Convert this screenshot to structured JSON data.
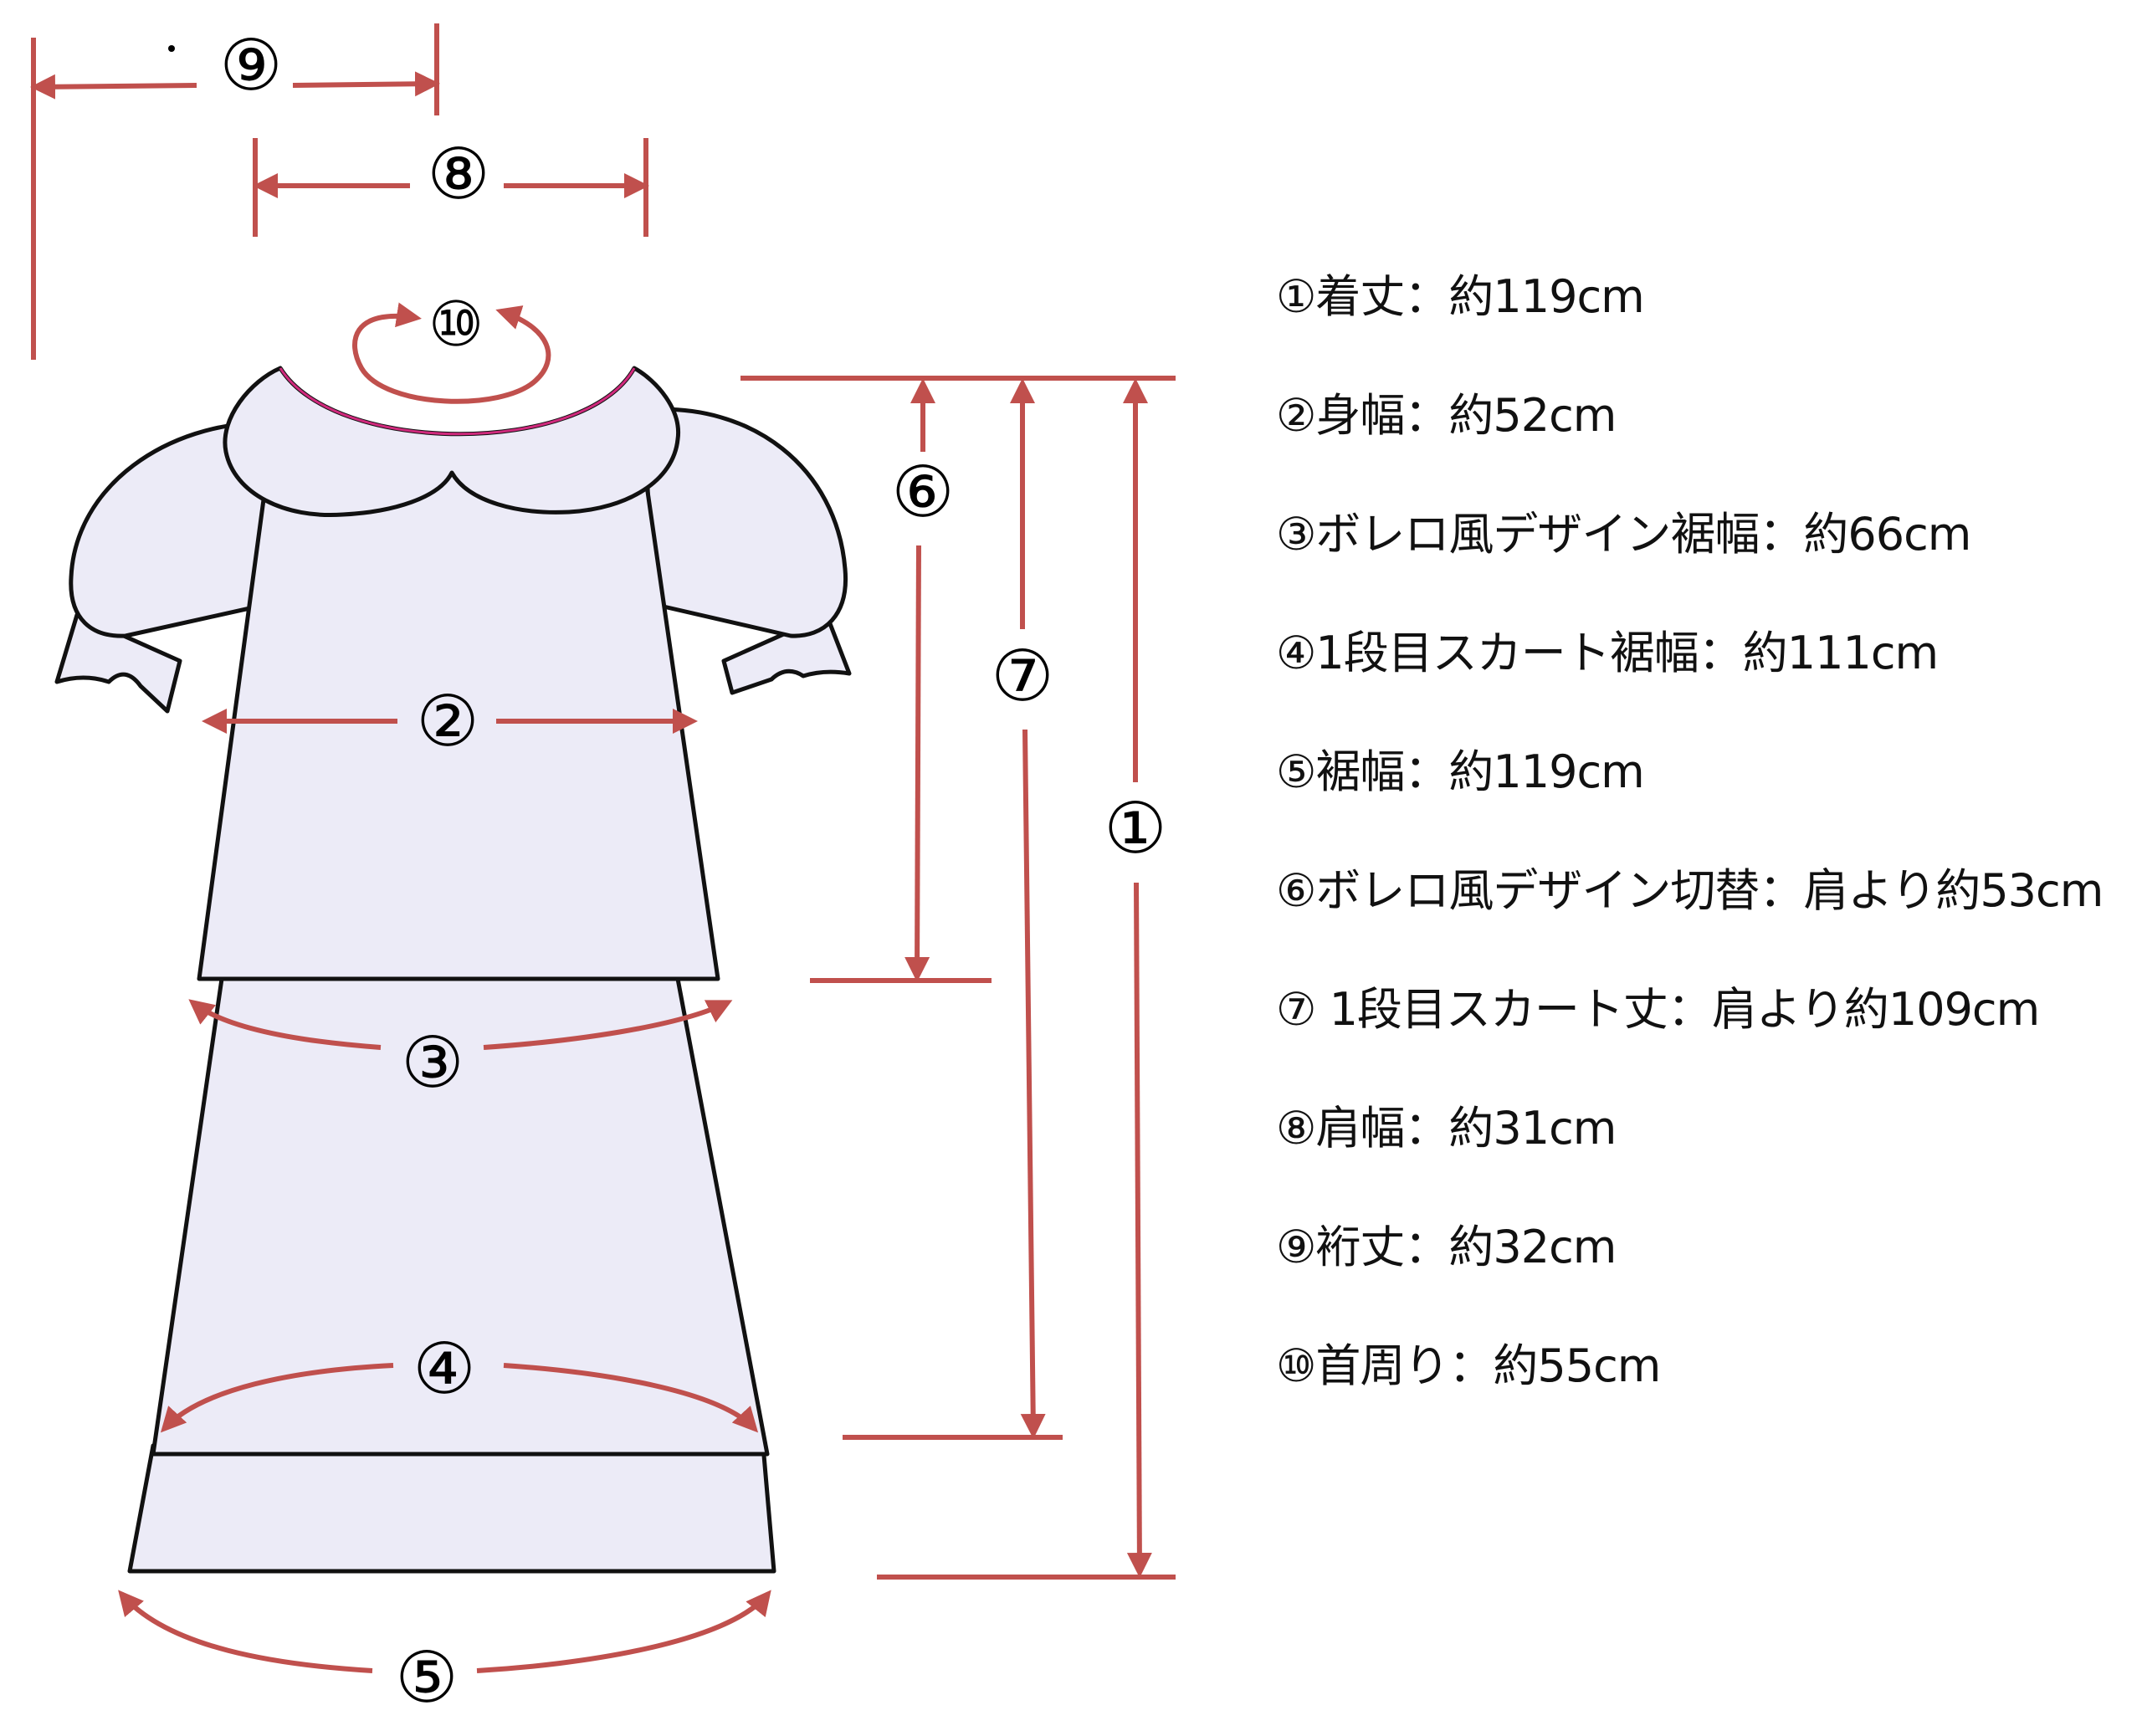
{
  "colors": {
    "arrow": "#c0504d",
    "garment_fill": "#ecebf7",
    "garment_outline": "#111111",
    "collar_edge": "#d02a7d"
  },
  "markers": {
    "m1": "①",
    "m2": "②",
    "m3": "③",
    "m4": "④",
    "m5": "⑤",
    "m6": "⑥",
    "m7": "⑦",
    "m8": "⑧",
    "m9": "⑨",
    "m10": "⑩"
  },
  "legend": [
    "①着丈：約119cm",
    "②身幅：約52cm",
    "③ボレロ風デザイン裾幅：約66cm",
    "④1段目スカート裾幅：約111cm",
    "⑤裾幅：約119cm",
    "⑥ボレロ風デザイン切替：肩より約53cm",
    "⑦ 1段目スカート丈：肩より約109cm",
    "⑧肩幅：約31cm",
    "⑨裄丈：約32cm",
    "⑩首周り：約55cm"
  ]
}
